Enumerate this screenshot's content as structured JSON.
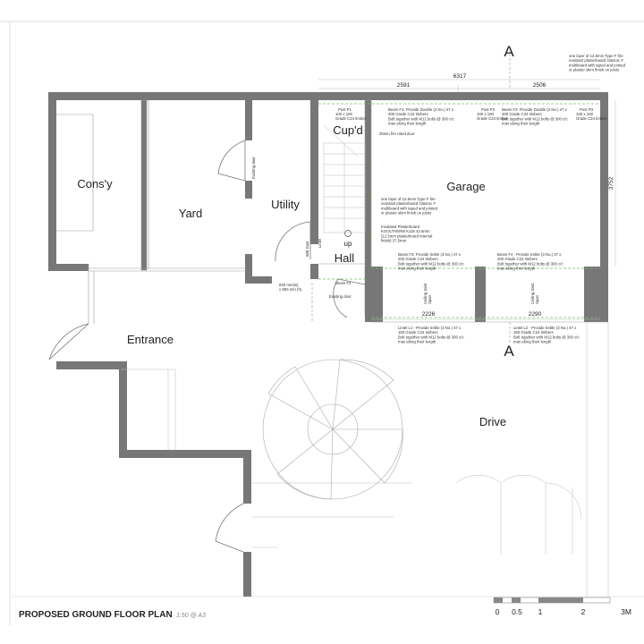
{
  "rooms": {
    "conservatory": "Cons'y",
    "yard": "Yard",
    "utility": "Utility",
    "cupboard": "Cup'd",
    "garage": "Garage",
    "hall": "Hall",
    "entrance": "Entrance",
    "drive": "Drive"
  },
  "stair_label": "up",
  "section_marks": {
    "top": "A",
    "bottom": "A"
  },
  "dimensions": {
    "overall_width": "6317",
    "span_left_top": "2591",
    "span_right_top": "2506",
    "depth": "3752",
    "span_left_bottom": "2226",
    "span_right_bottom": "2290",
    "door_860": "860 Door",
    "lintel": "Lintel",
    "opening": "840 mm(w)\nx 850 mm (h)"
  },
  "notes": {
    "ceiling_note": "one layer of 12.5mm Type F fire\nresistant plasterboard Glasroc F\nmultiboard with taped and jointed\nor plaster skim finish on joists",
    "wall_note": "one layer of 12.5mm Type F fire\nresistant plasterboard Glasroc F\nmultiboard with taped and jointed\nor plaster skim finish on joists",
    "insulation_note": "Insulated Plasterboard\nKOOLTHERM K118 42.5mm\n(12.5mm plasterboard internal\nfinish) 37.5mm",
    "fire_door": "30min fire rated door",
    "post_p1": "Post P1",
    "post_p2": "Post P2",
    "post_p3": "Post P3",
    "post_detail": "100 x 100\nGrade C24 timber",
    "beam_f1": "Beam F1: Provide Double (2 No.) 47 x\n200 Grade C24 timbers\nBolt together with M12 bolts @ 300 c/c\nmax along their length",
    "beam_f2": "Beam F2: Provide Double (2 No.) 47 x\n200 Grade C24 timbers\nBolt together with M12 bolts @ 300 c/c\nmax along their length",
    "beam_f3": "Beam F3: Provide treble (3 No.) 47 x\n200 Grade C24 timbers\nBolt together with M12 bolts @ 300 c/c\nmax along their length",
    "beam_f4": "Beam F4 - Provide treble (3 No.) 47 x\n200 Grade C24 timbers\nBolt together with M12 bolts @ 300 c/c\nmax along their length",
    "beam_f3_small": "Beam F3",
    "lintel_l1": "Lintel L1 - Provide treble (3 No.) 47 x\n150 Grade C24 timbers\nBolt together with M12 bolts @ 300 c/c\nmax along their length",
    "lintel_l2": "Lintel L2 - Provide treble (3 No.) 47 x\n150 Grade C24 timbers\nBolt together with M12 bolts @ 300 c/c\nmax along their length",
    "ceiling_joist_span": "Ceiling Joist\nSpan",
    "existing_door": "Existing door"
  },
  "title": {
    "main": "PROPOSED GROUND FLOOR PLAN",
    "sub": "1:50 @ A3"
  },
  "scale_bar": {
    "labels": [
      "0",
      "0.5",
      "1",
      "2",
      "3M"
    ]
  }
}
